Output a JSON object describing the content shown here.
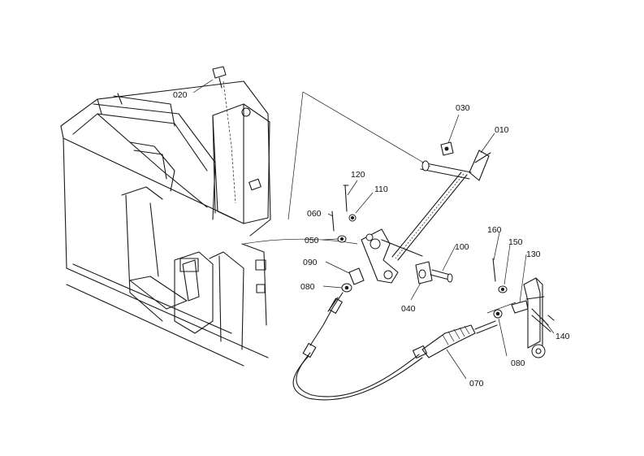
{
  "diagram": {
    "parts": [
      {
        "id": "010",
        "label": "010"
      },
      {
        "id": "020",
        "label": "020"
      },
      {
        "id": "030",
        "label": "030"
      },
      {
        "id": "040",
        "label": "040"
      },
      {
        "id": "050",
        "label": "050"
      },
      {
        "id": "060",
        "label": "060"
      },
      {
        "id": "070",
        "label": "070"
      },
      {
        "id": "080a",
        "label": "080"
      },
      {
        "id": "080b",
        "label": "080"
      },
      {
        "id": "090",
        "label": "090"
      },
      {
        "id": "100",
        "label": "100"
      },
      {
        "id": "110",
        "label": "110"
      },
      {
        "id": "120",
        "label": "120"
      },
      {
        "id": "130",
        "label": "130"
      },
      {
        "id": "140",
        "label": "140"
      },
      {
        "id": "150",
        "label": "150"
      },
      {
        "id": "160",
        "label": "160"
      }
    ]
  }
}
